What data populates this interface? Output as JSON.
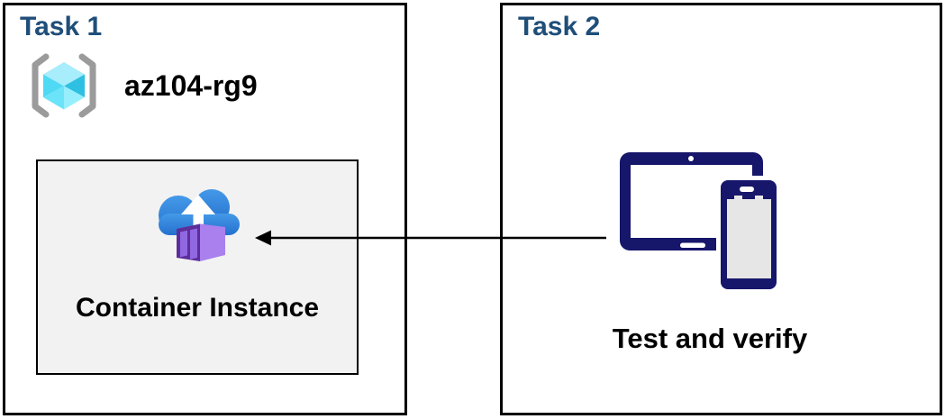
{
  "diagram_title": "",
  "task1": {
    "title": "Task 1",
    "resource_group": {
      "name": "az104-rg9",
      "icon": "resource-group-icon"
    },
    "container_box": {
      "label": "Container Instance",
      "icon": "container-instance-icon",
      "background": "#F2F2F2"
    }
  },
  "task2": {
    "title": "Task 2",
    "label": "Test and verify",
    "icon": "devices-icon"
  },
  "arrow": {
    "direction": "right-to-left",
    "from": "task2-devices-icon",
    "to": "task1-container-instance"
  },
  "colors": {
    "task_title_blue": "#1F4E79",
    "box_border_black": "#000000",
    "container_panel_gray": "#F2F2F2",
    "device_navy": "#16166B",
    "phone_screen_gray": "#E6E6E6",
    "cloud_blue_top": "#4499E8",
    "cloud_blue_bottom": "#2470CE",
    "container_purple_light": "#A980EE",
    "container_purple_dark": "#5C2E99",
    "cube_cyan_bright": "#4FD9F5",
    "cube_cyan_dark": "#2EC0E2",
    "cube_cyan_light": "#A8EDFB",
    "bracket_gray": "#9B9B9B"
  }
}
